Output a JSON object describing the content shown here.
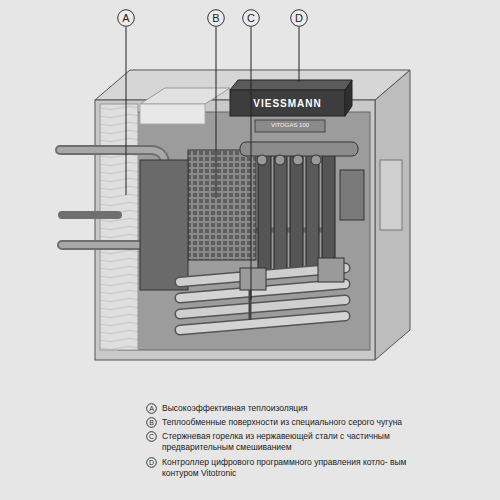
{
  "diagram": {
    "nodes": [
      {
        "text": [
          "A"
        ]
      },
      {
        "text": [
          "B"
        ]
      },
      {
        "text": [
          "C"
        ]
      },
      {
        "text": [
          "D"
        ]
      },
      {
        "text": [
          "A"
        ]
      },
      {
        "text": [
          "B"
        ]
      },
      {
        "text": [
          "C"
        ]
      },
      {
        "text": [
          "D"
        ]
      }
    ],
    "labels": [
      "VIESSMANN",
      "VITOGAS 100",
      "Высокоэффективная теплоизоляция",
      "Теплообменные поверхности из специального серого чугуна",
      "Стержневая горелка из нержавеющей стали с частичным предварительным смешиванием",
      "Контроллер цифрового программного управления котло- вым контуром Vitotronic"
    ]
  }
}
